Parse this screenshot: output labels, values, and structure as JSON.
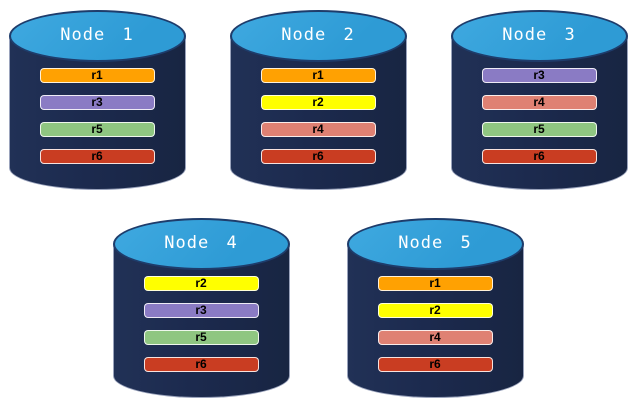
{
  "colors": {
    "canvas_bg": "#FFFFFF",
    "cylinder_body": "#1C2A4E",
    "cylinder_body_hi": "#213156",
    "cylinder_body_lo": "#182542",
    "cylinder_edge": "#9AA3BC",
    "top_fill": "#2E9BD5",
    "top_fill_light": "#3FA9E0",
    "top_stroke": "#1E3C6B",
    "title_text": "#FFFFFF",
    "bar_text": "#000000",
    "orange": "#FFA102",
    "yellow": "#FFFF00",
    "purple": "#8A7BC4",
    "salmon": "#DF8173",
    "green": "#8FC681",
    "red": "#C93D22"
  },
  "replica_colors": {
    "r1": "orange",
    "r2": "yellow",
    "r3": "purple",
    "r4": "salmon",
    "r5": "green",
    "r6": "red"
  },
  "nodes": [
    {
      "title": "Node 1",
      "replicas": [
        "r1",
        "r3",
        "r5",
        "r6"
      ]
    },
    {
      "title": "Node 2",
      "replicas": [
        "r1",
        "r2",
        "r4",
        "r6"
      ]
    },
    {
      "title": "Node 3",
      "replicas": [
        "r3",
        "r4",
        "r5",
        "r6"
      ]
    },
    {
      "title": "Node 4",
      "replicas": [
        "r2",
        "r3",
        "r5",
        "r6"
      ]
    },
    {
      "title": "Node 5",
      "replicas": [
        "r1",
        "r2",
        "r4",
        "r6"
      ]
    }
  ]
}
